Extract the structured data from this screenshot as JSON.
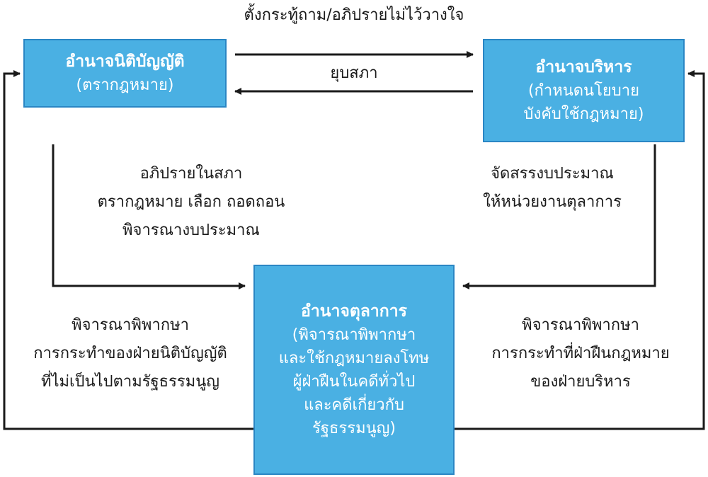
{
  "diagram": {
    "top_label": "ตั้งกระทู้ถาม/อภิปรายไม่ไว้วางใจ",
    "dissolve_label": "ยุบสภา",
    "boxes": {
      "legislative": {
        "title": "อำนาจนิติบัญญัติ",
        "lines": [
          "(ตรากฎหมาย)"
        ]
      },
      "executive": {
        "title": "อำนาจบริหาร",
        "lines": [
          "(กำหนดนโยบาย",
          "บังคับใช้กฎหมาย)"
        ]
      },
      "judicial": {
        "title": "อำนาจตุลาการ",
        "lines": [
          "(พิจารณาพิพากษา",
          "และใช้กฎหมายลงโทษ",
          "ผู้ฝ่าฝืนในคดีทั่วไป",
          "และคดีเกี่ยวกับ",
          "รัฐธรรมนูญ)"
        ]
      }
    },
    "legislative_to_judicial": [
      "อภิปรายในสภา",
      "ตรากฎหมาย เลือก ถอดถอน",
      "พิจารณางบประมาณ"
    ],
    "executive_to_judicial": [
      "จัดสรรงบประมาณ",
      "ให้หน่วยงานตุลาการ"
    ],
    "judicial_to_legislative": [
      "พิจารณาพิพากษา",
      "การกระทำของฝ่ายนิติบัญญัติ",
      "ที่ไม่เป็นไปตามรัฐธรรมนูญ"
    ],
    "judicial_to_executive": [
      "พิจารณาพิพากษา",
      "การกระทำที่ฝ่าฝืนกฎหมาย",
      "ของฝ่ายบริหาร"
    ]
  },
  "colors": {
    "box_fill": "#4ab0e3",
    "box_border": "#2a86c4",
    "line": "#1a1a1a"
  }
}
